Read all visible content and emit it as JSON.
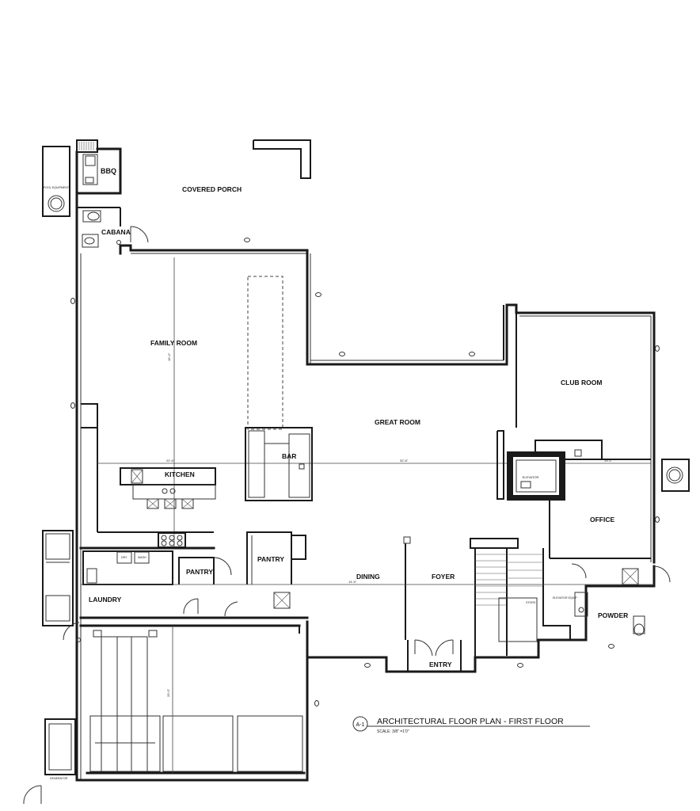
{
  "rooms": {
    "bbq": "BBQ",
    "covered_porch": "COVERED PORCH",
    "pool_equipment": "POOL EQUIPMENT",
    "cabana": "CABANA",
    "family_room": "FAMILY ROOM",
    "great_room": "GREAT ROOM",
    "club_room": "CLUB ROOM",
    "bar": "BAR",
    "kitchen": "KITCHEN",
    "elevator": "ELEVATOR",
    "office": "OFFICE",
    "pantry_1": "PANTRY",
    "pantry_2": "PANTRY",
    "laundry": "LAUNDRY",
    "dining": "DINING",
    "foyer": "FOYER",
    "entry": "ENTRY",
    "powder": "POWDER",
    "stors": "STORS",
    "elevator_equip": "ELEVATOR EQUIP",
    "generator": "GENERATOR",
    "dryer": "DRY",
    "washer": "WASH"
  },
  "title_block": {
    "sheet": "A-1",
    "title": "ARCHITECTURAL FLOOR PLAN - FIRST FLOOR",
    "scale": "SCALE: 3/8\" =1'0\""
  }
}
